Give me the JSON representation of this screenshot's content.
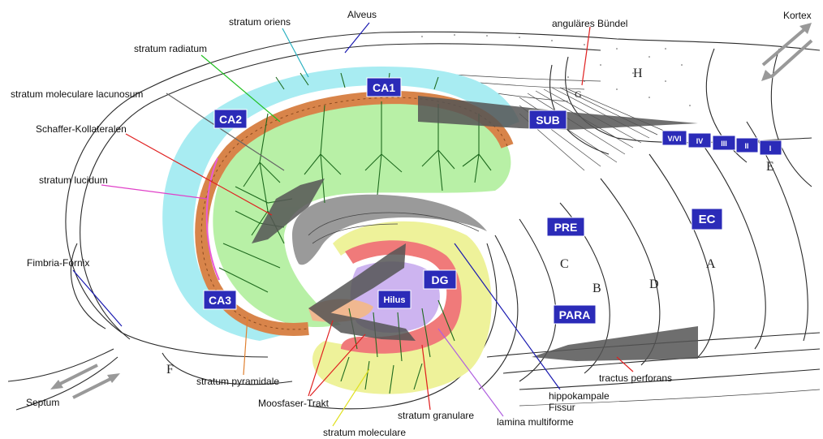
{
  "labels": {
    "alveus": "Alveus",
    "stratum_oriens": "stratum oriens",
    "stratum_radiatum": "stratum radiatum",
    "stratum_moleculare_lacunosum": "stratum moleculare lacunosum",
    "schaffer": "Schaffer-Kollateralen",
    "stratum_lucidum": "stratum lucidum",
    "fimbria_fornix": "Fimbria-Fornix",
    "septum": "Septum",
    "stratum_pyramidale": "stratum pyramidale",
    "moosfaser": "Moosfaser-Trakt",
    "stratum_moleculare": "stratum moleculare",
    "stratum_granulare": "stratum granulare",
    "lamina_multiforme": "lamina multiforme",
    "hippokampale": "hippokampale",
    "fissur": "Fissur",
    "tractus_perforans": "tractus perforans",
    "angulaeres_buendel": "anguläres Bündel",
    "kortex": "Kortex"
  },
  "regions": {
    "ca1": "CA1",
    "ca2": "CA2",
    "ca3": "CA3",
    "sub": "SUB",
    "pre": "PRE",
    "para": "PARA",
    "ec": "EC",
    "dg": "DG",
    "hilus": "Hilus"
  },
  "layers": {
    "v_vi": "V/VI",
    "iv": "IV",
    "iii": "III",
    "ii": "II",
    "i": "I"
  },
  "drawing_letters": {
    "h": "H",
    "g": "G",
    "f": "F",
    "e": "E",
    "c": "C",
    "b": "B",
    "a": "A",
    "d": "D"
  },
  "colors": {
    "alveus_cyan": "#a8ecf2",
    "radiatum_green": "#b8f0a6",
    "pyramidal_orange": "#d8844a",
    "dentate_yellow": "#eef29a",
    "granule_red": "#f07a7a",
    "hilus_lilac": "#cdb4f0",
    "fissure_gray": "#9a9a9a",
    "neuron_green": "#1e6a1e",
    "label_box_blue": "#2b2bb8",
    "arrow_gray": "#555555"
  }
}
